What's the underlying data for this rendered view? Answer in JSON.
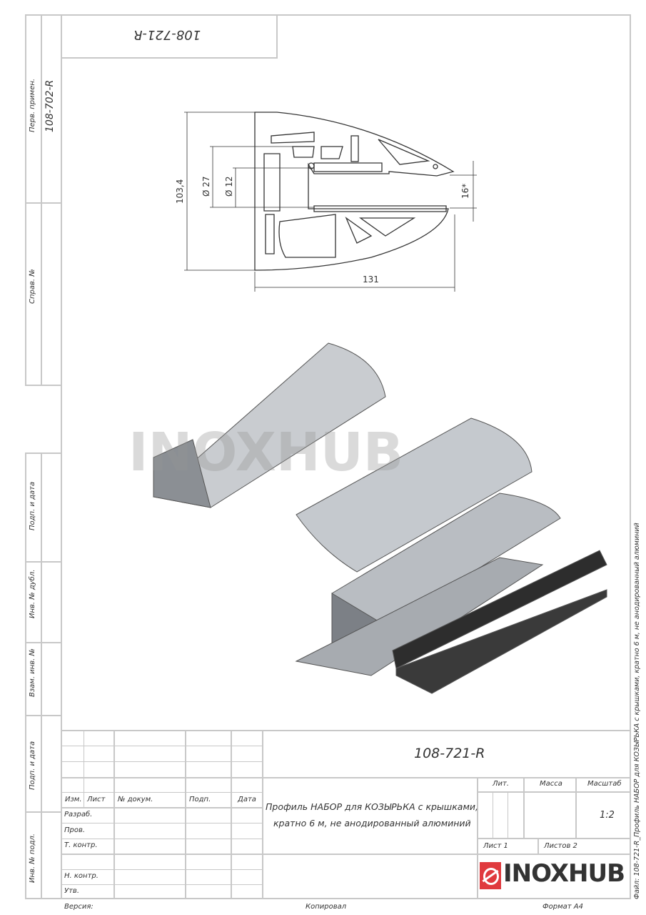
{
  "top_box": {
    "code_rotated": "108-721-R"
  },
  "side_strip": {
    "perv_primen_label": "Перв. примен.",
    "perv_primen_value": "108-702-R",
    "sprav_label": "Справ. №",
    "podp_data_1": "Подп. и дата",
    "inv_dubl": "Инв. № дубл.",
    "vzam_inv": "Взам. инв. №",
    "podp_data_2": "Подп. и дата",
    "inv_podl": "Инв. № подл."
  },
  "drawing": {
    "dim_height": "103,4",
    "dim_d27": "Ø 27",
    "dim_d12": "Ø 12",
    "dim_16": "16*",
    "dim_width": "131",
    "watermark": "INOXHUB"
  },
  "title_block": {
    "designation": "108-721-R",
    "headers": [
      "Изм.",
      "Лист",
      "№ докум.",
      "Подп.",
      "Дата"
    ],
    "roles": [
      "Разраб.",
      "Пров.",
      "Т. контр.",
      "",
      "Н. контр.",
      "Утв."
    ],
    "description_line1": "Профиль НАБОР для КОЗЫРЬКА с крышками,",
    "description_line2": "кратно 6 м, не анодированный алюминий",
    "lit_label": "Лит.",
    "mass_label": "Масса",
    "scale_label": "Масштаб",
    "scale_value": "1:2",
    "sheet": "Лист 1",
    "sheets": "Листов 2",
    "logo": "INOXHUB"
  },
  "footer": {
    "version": "Версия:",
    "copied": "Копировал",
    "format": "Формат А4"
  },
  "file_note": "Файл: 108-721-R_Профиль НАБОР для КОЗЫРЬКА с крышками, кратно 6 м, не анодированный алюминий",
  "colors": {
    "frame": "#c8c8c8",
    "logo_red": "#e03a3e",
    "logo_text": "#333333"
  }
}
